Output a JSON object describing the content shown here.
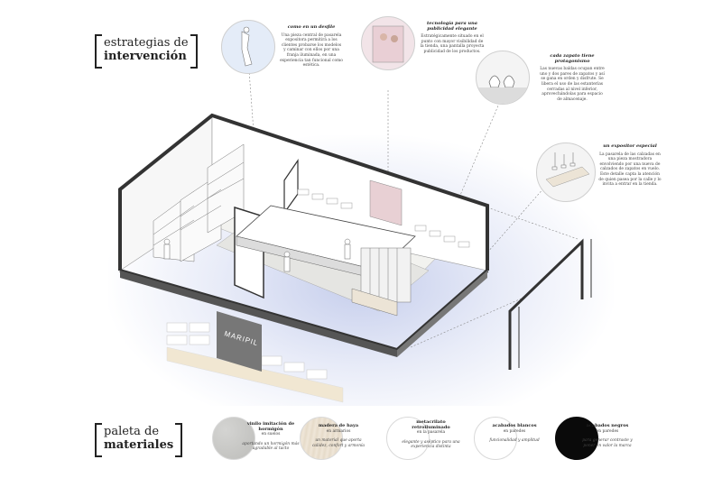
{
  "titles": {
    "strategies": {
      "line1": "estrategias de",
      "line2": "intervención"
    },
    "materials": {
      "line1": "paleta de",
      "line2": "materiales"
    }
  },
  "storefront_text": "MARIPIL",
  "annotations": [
    {
      "heading": "como en un desfile",
      "body": "Una pieza central de pasarela expositora permitirá a los clientes probarse los modelos y caminar con ellos por una franja iluminada, en una experiencia tan funcional como estética."
    },
    {
      "heading": "tecnología para una publicidad elegante",
      "body": "Estratégicamente situado en el punto con mayor visibilidad de la tienda, una pantalla proyecta publicidad de los productos."
    },
    {
      "heading": "cada zapato tiene protagonismo",
      "body": "Las nuevas baldas ocupan entre uno y dos pares de zapatos y así se gana en orden y disfrute. Se libera el uso de las estanterías cerradas al nivel inferior, aprovechándolas para espacio de almacenaje."
    },
    {
      "heading": "un expositor especial",
      "body": "La pasarela de las calzadas en una pieza mostradora envolviendo por una nueva de calzados de zapatos en vuelo. Este detalle capta la atención de quien pasea por la calle y lo invita a entrar en la tienda."
    }
  ],
  "materials": [
    {
      "name": "vinilo imitación de hormigón",
      "use": "en suelos",
      "desc": "aportando un hormigón más agradable al tacto",
      "color": "#c9c9c7"
    },
    {
      "name": "madera de haya",
      "use": "en armarios",
      "desc": "un material que aporta calidez, confort y armonía",
      "color": "#ebe2d4"
    },
    {
      "name": "metacrilato retroiluminado",
      "use": "en la pasarela",
      "desc": "elegante y aséptico para una experiencia distinta",
      "color": "#ffffff"
    },
    {
      "name": "acabados blancos",
      "use": "en paredes",
      "desc": "funcionalidad y amplitud",
      "color": "#ffffff"
    },
    {
      "name": "acabados negros",
      "use": "en paredes",
      "desc": "para generar contraste y poner en valor la marca",
      "color": "#0a0a0a"
    }
  ]
}
